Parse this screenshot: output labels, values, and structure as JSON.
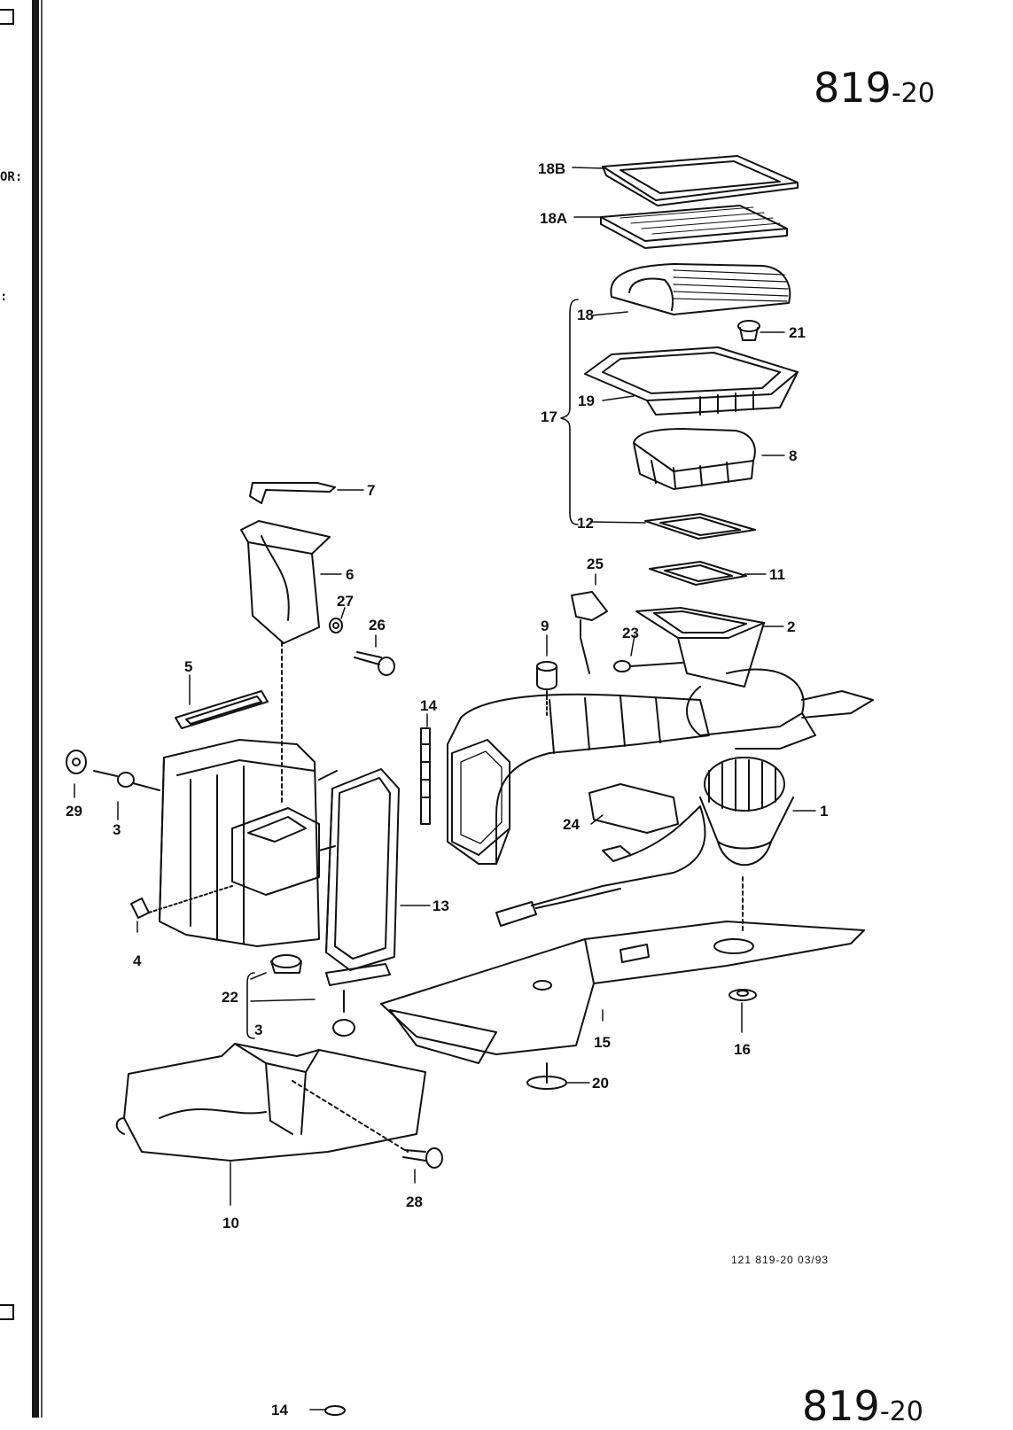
{
  "header": {
    "page_number": "819",
    "page_suffix": "-20"
  },
  "footer": {
    "code": "121  819-20   03/93",
    "next_page_number": "819",
    "next_page_suffix": "-20",
    "next_callout": "14"
  },
  "margin": {
    "label_1": "OR:",
    "label_2": ":"
  },
  "callouts": {
    "c18B": "18B",
    "c18A": "18A",
    "c18": "18",
    "c21": "21",
    "c17": "17",
    "c19": "19",
    "c8": "8",
    "c12": "12",
    "c11": "11",
    "c25": "25",
    "c2": "2",
    "c9": "9",
    "c23": "23",
    "c7": "7",
    "c6": "6",
    "c27": "27",
    "c26": "26",
    "c5": "5",
    "c14": "14",
    "c29": "29",
    "c3a": "3",
    "c24": "24",
    "c1": "1",
    "c13": "13",
    "c4": "4",
    "c22": "22",
    "c3b": "3",
    "c15": "15",
    "c16": "16",
    "c20": "20",
    "c28": "28",
    "c10": "10"
  }
}
